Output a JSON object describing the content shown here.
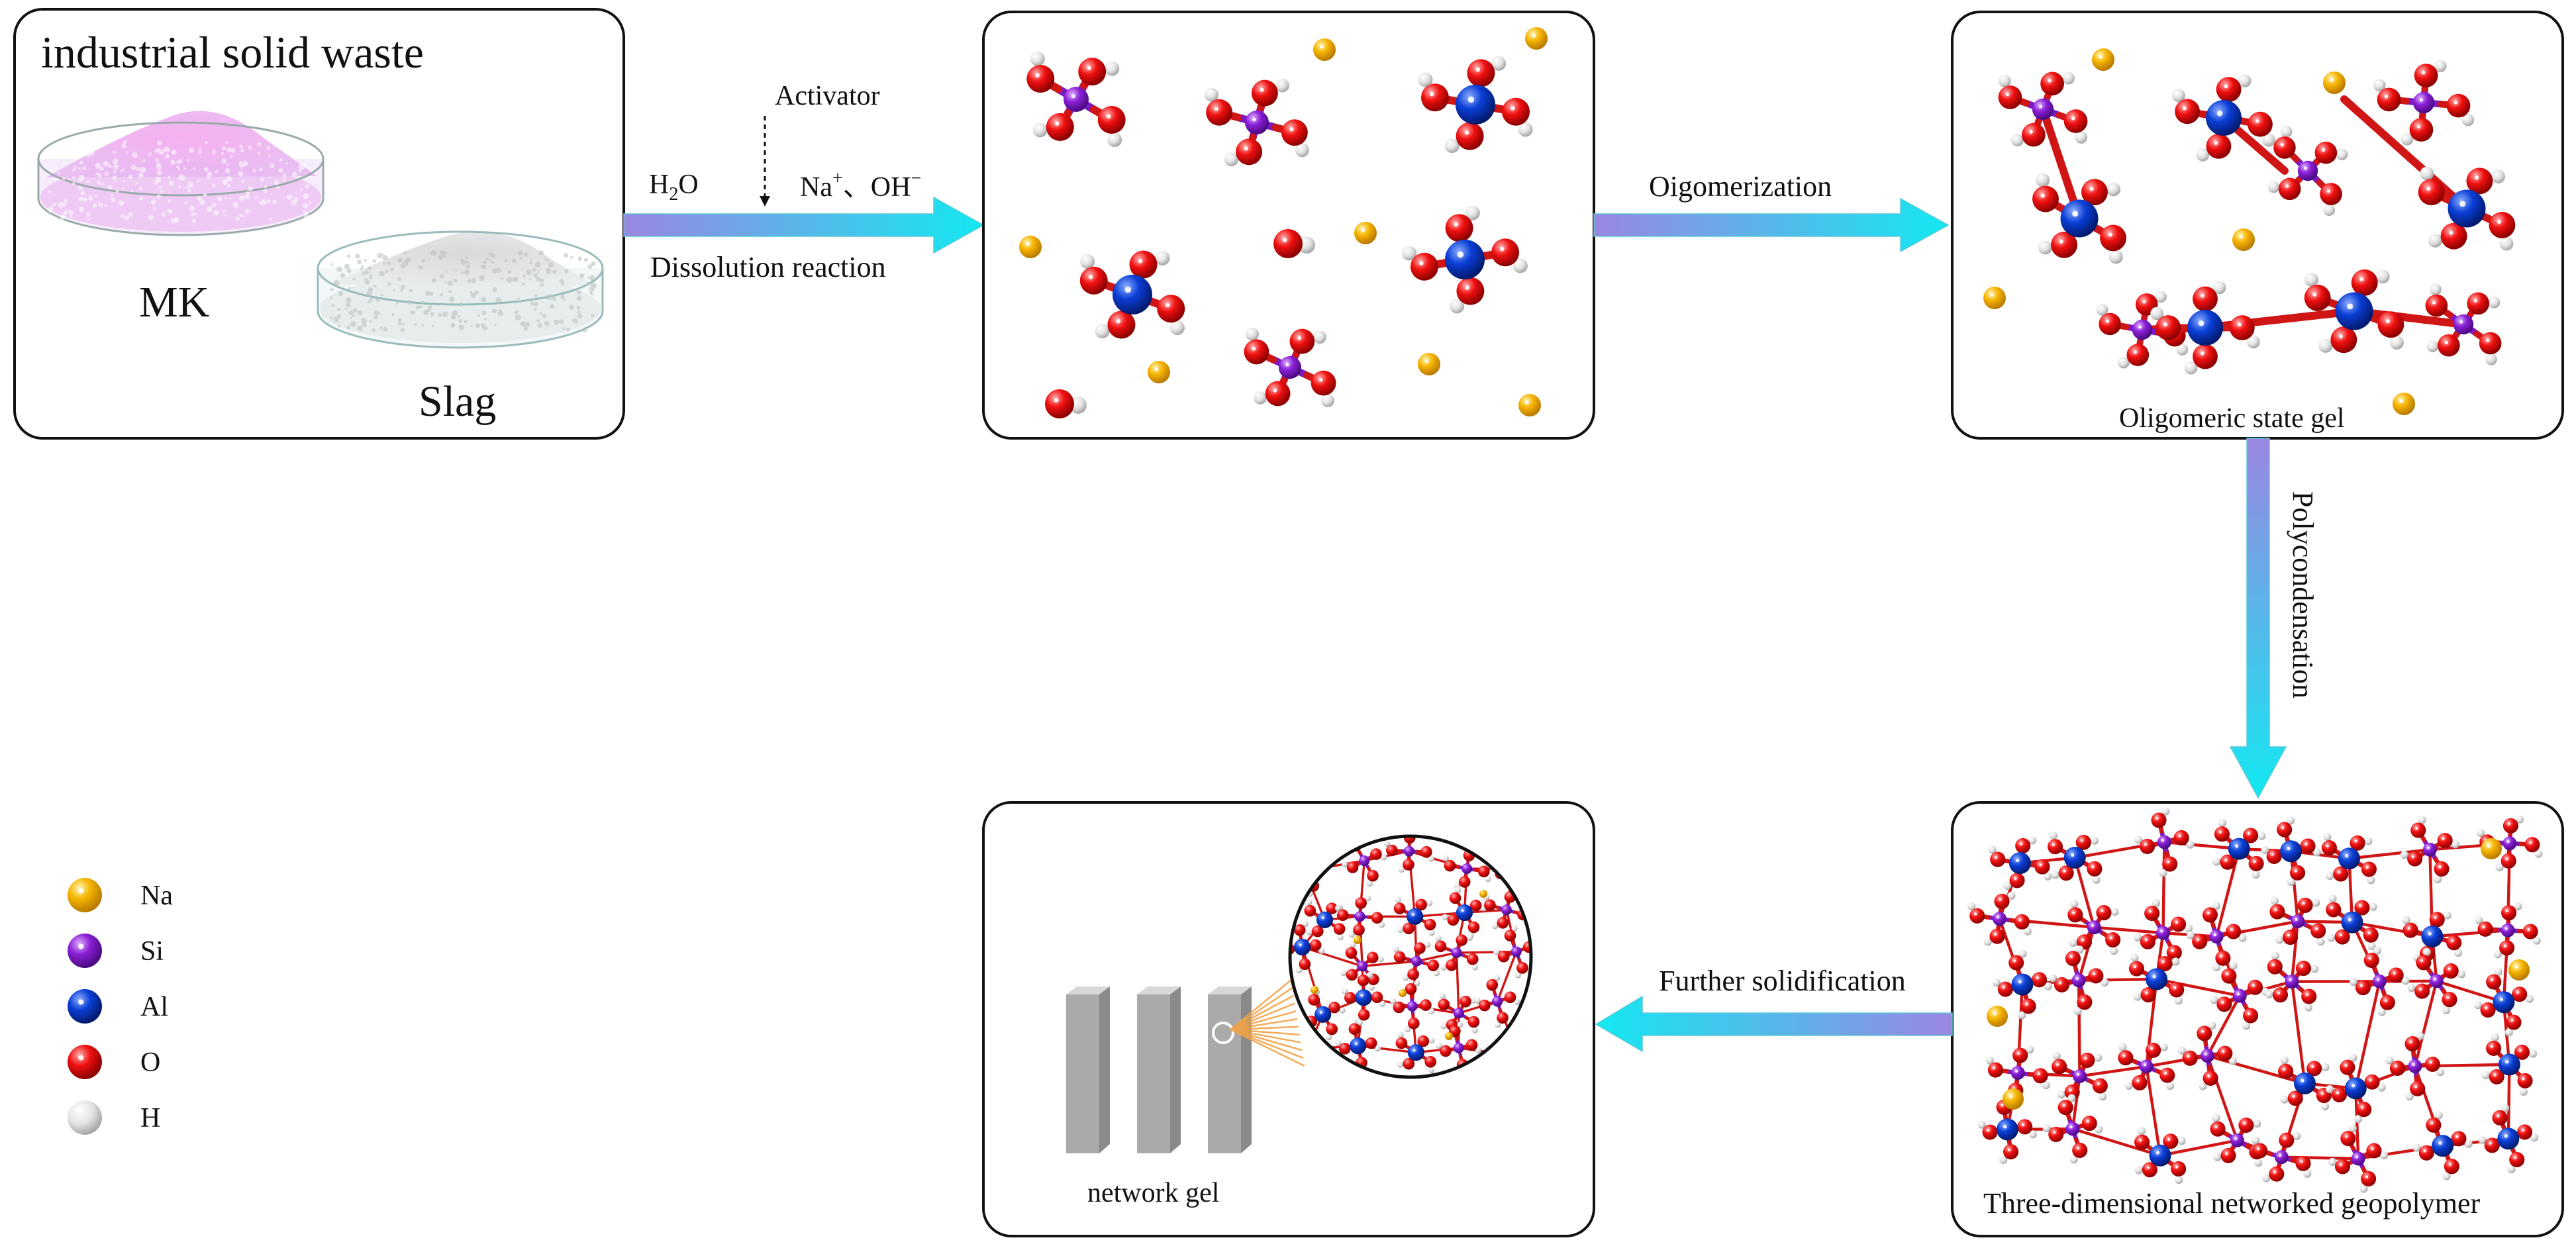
{
  "panels": {
    "waste": {
      "title": "industrial solid waste",
      "mk_label": "MK",
      "slag_label": "Slag"
    },
    "dissolution": {},
    "oligomer": {
      "caption": "Oligomeric state gel"
    },
    "geopolymer": {
      "caption": "Three-dimensional networked geopolymer"
    },
    "network": {
      "caption": "network gel"
    }
  },
  "arrows": {
    "dissolution": {
      "activator": "Activator",
      "water_main": "H",
      "water_sub": "2",
      "water_end": "O",
      "ions": "Na",
      "ions_sup": "+",
      "ions_sep": "、OH",
      "ions_sup2": "−",
      "label": "Dissolution reaction"
    },
    "oligomerization": {
      "label": "Oigomerization"
    },
    "polycondensation": {
      "label": "Polycondensation"
    },
    "solidification": {
      "label": "Further solidification"
    }
  },
  "legend": [
    {
      "symbol": "Na",
      "color": "#f6b400"
    },
    {
      "symbol": "Si",
      "color": "#8a1fd6"
    },
    {
      "symbol": "Al",
      "color": "#0a3ed6"
    },
    {
      "symbol": "O",
      "color": "#f01010"
    },
    {
      "symbol": "H",
      "color": "#e6e6e6"
    }
  ]
}
